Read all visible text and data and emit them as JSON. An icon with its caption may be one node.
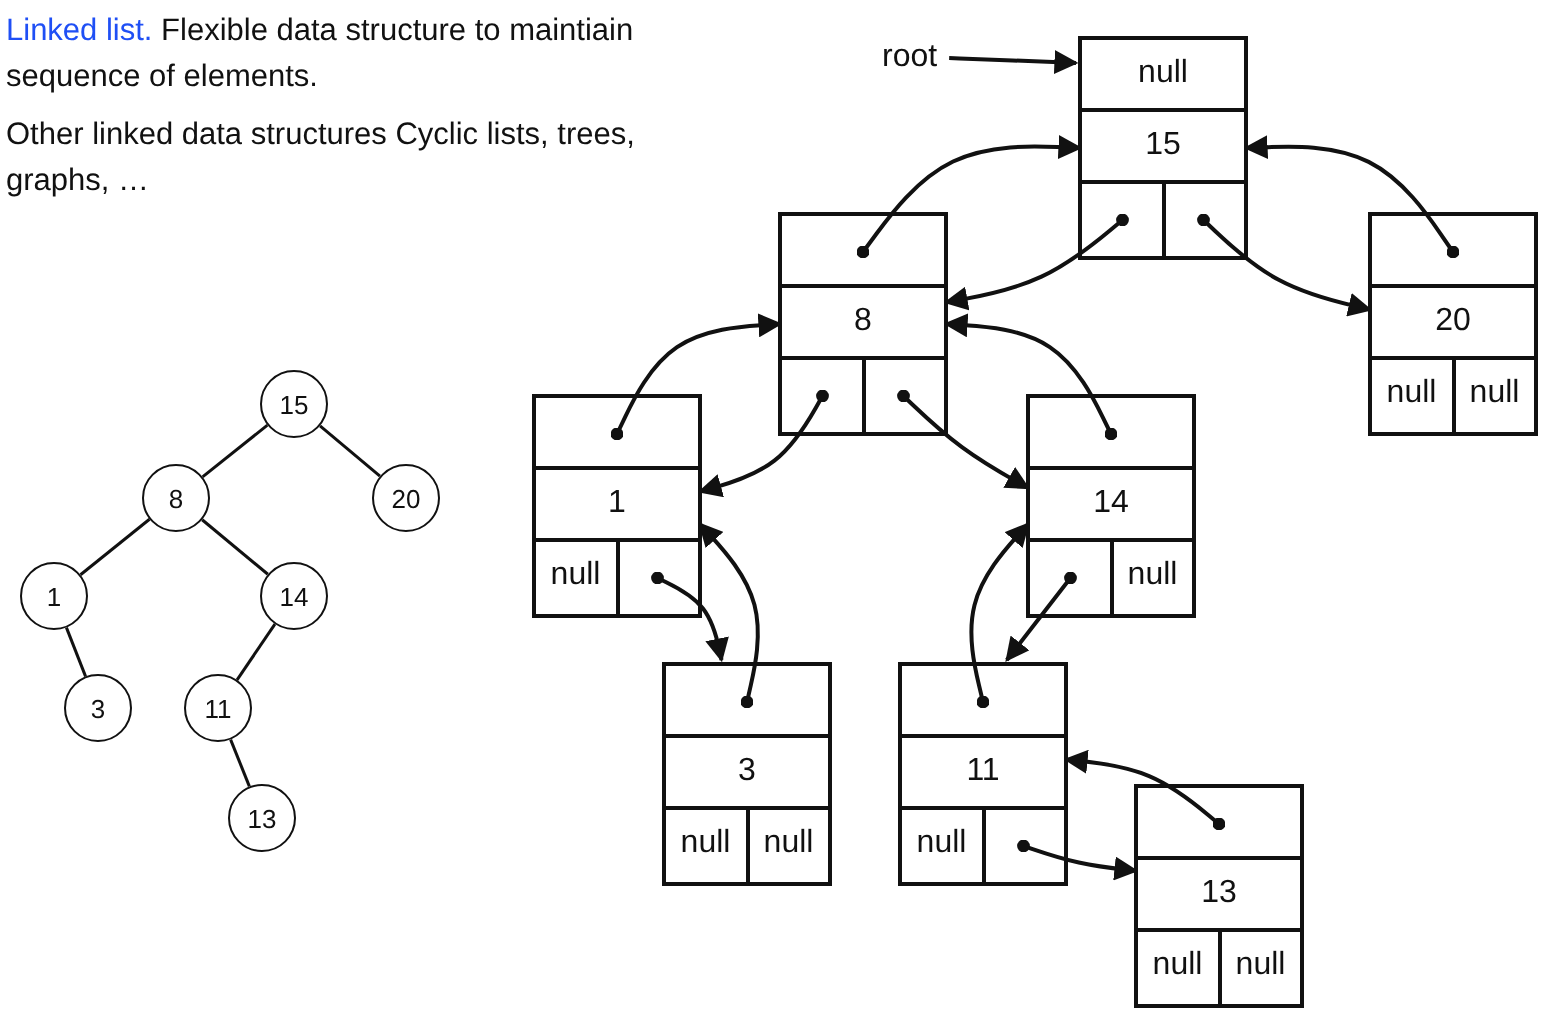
{
  "diagram": {
    "nodes": [
      {
        "text": [
          "root"
        ]
      },
      {
        "text": [],
        "shape": "box"
      },
      {
        "text": [
          "null"
        ],
        "in": 1
      },
      {
        "text": [
          "15"
        ],
        "in": 1
      },
      {
        "text": [],
        "shape": "box",
        "in": 1
      },
      {
        "text": [],
        "shape": "box",
        "in": 1
      },
      {
        "text": [],
        "shape": "box"
      },
      {
        "text": [],
        "shape": "box",
        "in": 6
      },
      {
        "text": [
          "8"
        ],
        "in": 6
      },
      {
        "text": [],
        "shape": "box",
        "in": 6
      },
      {
        "text": [],
        "shape": "box",
        "in": 6
      },
      {
        "text": [],
        "shape": "box"
      },
      {
        "text": [],
        "shape": "box",
        "in": 11
      },
      {
        "text": [
          "20"
        ],
        "in": 11
      },
      {
        "text": [
          "null"
        ],
        "in": 11
      },
      {
        "text": [
          "null"
        ],
        "in": 11
      },
      {
        "text": [],
        "shape": "box"
      },
      {
        "text": [],
        "shape": "box",
        "in": 16
      },
      {
        "text": [
          "1"
        ],
        "in": 16
      },
      {
        "text": [
          "null"
        ],
        "in": 16
      },
      {
        "text": [],
        "shape": "box",
        "in": 16
      },
      {
        "text": [],
        "shape": "box"
      },
      {
        "text": [],
        "shape": "box",
        "in": 21
      },
      {
        "text": [
          "14"
        ],
        "in": 21
      },
      {
        "text": [],
        "shape": "box",
        "in": 21
      },
      {
        "text": [
          "null"
        ],
        "in": 21
      },
      {
        "text": [],
        "shape": "box"
      },
      {
        "text": [],
        "shape": "box",
        "in": 26
      },
      {
        "text": [
          "3"
        ],
        "in": 26
      },
      {
        "text": [
          "null"
        ],
        "in": 26
      },
      {
        "text": [
          "null"
        ],
        "in": 26
      },
      {
        "text": [],
        "shape": "box"
      },
      {
        "text": [],
        "shape": "box",
        "in": 31
      },
      {
        "text": [
          "11"
        ],
        "in": 31
      },
      {
        "text": [
          "null"
        ],
        "in": 31
      },
      {
        "text": [],
        "shape": "box",
        "in": 31
      },
      {
        "text": [],
        "shape": "box"
      },
      {
        "text": [],
        "shape": "box",
        "in": 36
      },
      {
        "text": [
          "13"
        ],
        "in": 36
      },
      {
        "text": [
          "null"
        ],
        "in": 36
      },
      {
        "text": [
          "null"
        ],
        "in": 36
      },
      {
        "text": [
          "15"
        ]
      },
      {
        "text": [
          "8"
        ]
      },
      {
        "text": [
          "20"
        ]
      },
      {
        "text": [
          "1"
        ]
      },
      {
        "text": [
          "14"
        ]
      },
      {
        "text": [
          "3"
        ]
      },
      {
        "text": [
          "11"
        ]
      },
      {
        "text": [
          "13"
        ]
      }
    ],
    "edges": [
      {
        "from": 0,
        "to": 1,
        "arrow": "to"
      },
      {
        "from": 4,
        "to": 8,
        "arrow": "to"
      },
      {
        "from": 5,
        "to": 13,
        "arrow": "to"
      },
      {
        "from": 7,
        "to": 3,
        "arrow": "to"
      },
      {
        "from": 12,
        "to": 3,
        "arrow": "to"
      },
      {
        "from": 9,
        "to": 18,
        "arrow": "to"
      },
      {
        "from": 10,
        "to": 23,
        "arrow": "to"
      },
      {
        "from": 17,
        "to": 8,
        "arrow": "to"
      },
      {
        "from": 22,
        "to": 8,
        "arrow": "to"
      },
      {
        "from": 20,
        "to": 26,
        "arrow": "to"
      },
      {
        "from": 24,
        "to": 31,
        "arrow": "to"
      },
      {
        "from": 27,
        "to": 18,
        "arrow": "to"
      },
      {
        "from": 32,
        "to": 23,
        "arrow": "to"
      },
      {
        "from": 35,
        "to": 38,
        "arrow": "to"
      },
      {
        "from": 37,
        "to": 33,
        "arrow": "to"
      },
      {
        "from": 41,
        "to": 42,
        "arrow": "none"
      },
      {
        "from": 41,
        "to": 43,
        "arrow": "none"
      },
      {
        "from": 42,
        "to": 44,
        "arrow": "none"
      },
      {
        "from": 42,
        "to": 45,
        "arrow": "none"
      },
      {
        "from": 44,
        "to": 46,
        "arrow": "none"
      },
      {
        "from": 45,
        "to": 47,
        "arrow": "none"
      },
      {
        "from": 47,
        "to": 48,
        "arrow": "none"
      }
    ],
    "labels": [
      "Linked list.",
      "Flexible data structure to maintiain sequence of elements.",
      "Other linked data structures Cyclic lists, trees, graphs, …"
    ]
  }
}
